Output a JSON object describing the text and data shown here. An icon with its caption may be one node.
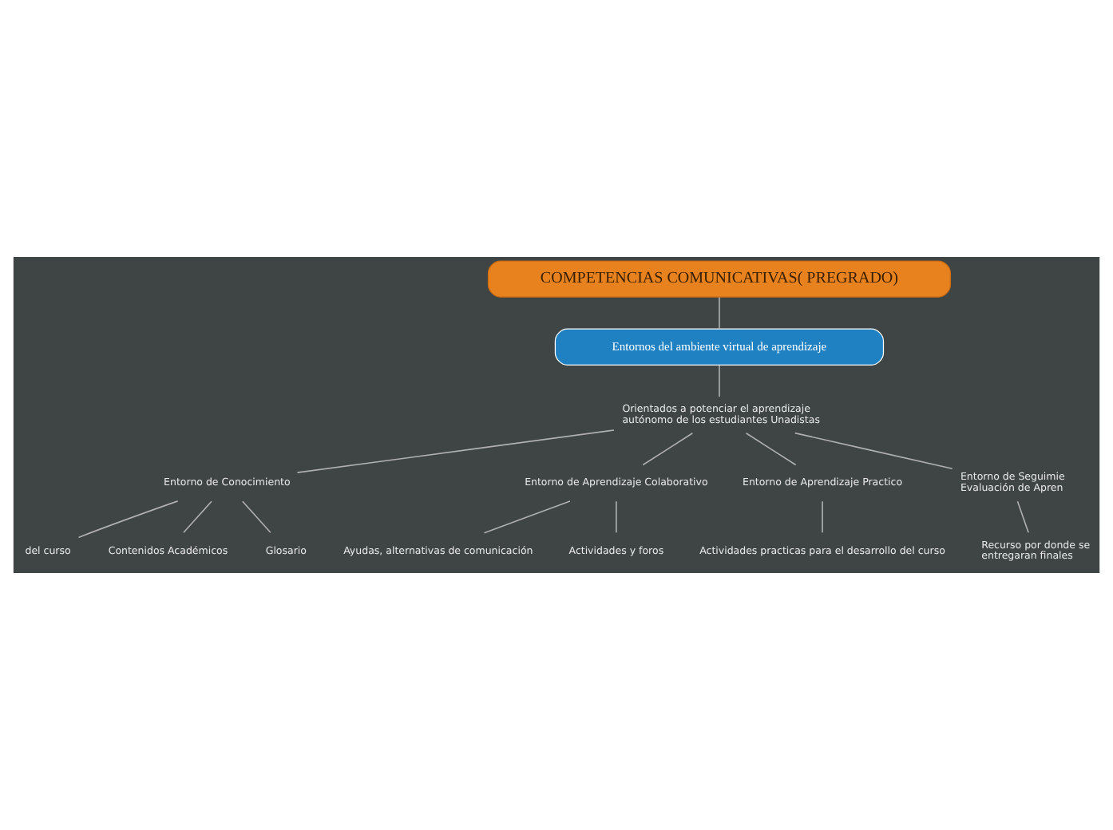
{
  "diagram": {
    "nodes": [
      {
        "text": [
          "COMPETENCIAS COMUNICATIVAS( PREGRADO)"
        ]
      },
      {
        "text": [
          "Entornos del ambiente virtual de aprendizaje"
        ]
      },
      {
        "text": [
          "Orientados a potenciar el aprendizaje autónomo de los estudiantes Unadistas"
        ]
      },
      {
        "text": [
          "Entorno de Conocimiento"
        ]
      },
      {
        "text": [
          "Entorno de Aprendizaje Colaborativo"
        ]
      },
      {
        "text": [
          "Entorno de Aprendizaje Practico"
        ]
      },
      {
        "text": [
          "Entorno de Seguimie Evaluación de Apren"
        ]
      },
      {
        "text": [
          "del curso"
        ]
      },
      {
        "text": [
          "Contenidos Académicos"
        ]
      },
      {
        "text": [
          "Glosario"
        ]
      },
      {
        "text": [
          "Ayudas, alternativas de comunicación"
        ]
      },
      {
        "text": [
          "Actividades y foros"
        ]
      },
      {
        "text": [
          "Actividades practicas para el desarrollo del curso"
        ]
      },
      {
        "text": [
          "Recurso por donde se entregaran finales"
        ]
      }
    ],
    "edges": [
      {
        "from": 0,
        "to": 1,
        "arrow": "none"
      },
      {
        "from": 1,
        "to": 2,
        "arrow": "none"
      },
      {
        "from": 2,
        "to": 3,
        "arrow": "none"
      },
      {
        "from": 2,
        "to": 4,
        "arrow": "none"
      },
      {
        "from": 2,
        "to": 5,
        "arrow": "none"
      },
      {
        "from": 2,
        "to": 6,
        "arrow": "none"
      },
      {
        "from": 3,
        "to": 7,
        "arrow": "none"
      },
      {
        "from": 3,
        "to": 8,
        "arrow": "none"
      },
      {
        "from": 3,
        "to": 9,
        "arrow": "none"
      },
      {
        "from": 4,
        "to": 10,
        "arrow": "none"
      },
      {
        "from": 4,
        "to": 11,
        "arrow": "none"
      },
      {
        "from": 5,
        "to": 12,
        "arrow": "none"
      },
      {
        "from": 6,
        "to": 13,
        "arrow": "none"
      }
    ]
  }
}
